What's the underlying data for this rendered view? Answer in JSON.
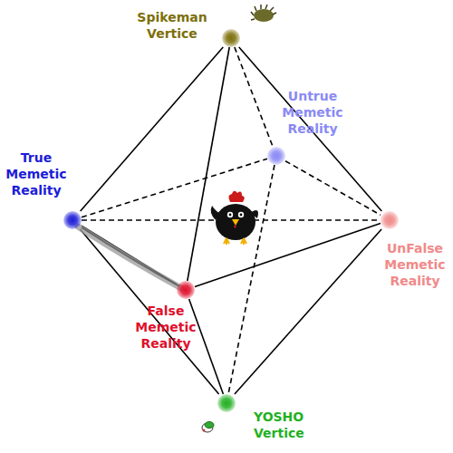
{
  "diagram": {
    "nodes": [
      {
        "text": [
          "Spikeman Vertice"
        ]
      },
      {
        "text": [
          "True Memetic Reality"
        ]
      },
      {
        "text": [
          "Untrue Memetic Reality"
        ]
      },
      {
        "text": [
          "UnFalse Memetic Reality"
        ]
      },
      {
        "text": [
          "False Memetic Reality"
        ]
      },
      {
        "text": [
          "YOSHO Vertice"
        ]
      }
    ],
    "edges": [
      {
        "from": 0,
        "to": 1,
        "arrow": "none"
      },
      {
        "from": 0,
        "to": 2,
        "arrow": "none"
      },
      {
        "from": 0,
        "to": 3,
        "arrow": "none"
      },
      {
        "from": 0,
        "to": 4,
        "arrow": "none"
      },
      {
        "from": 1,
        "to": 4,
        "arrow": "none"
      },
      {
        "from": 4,
        "to": 3,
        "arrow": "none"
      },
      {
        "from": 1,
        "to": 2,
        "arrow": "none"
      },
      {
        "from": 2,
        "to": 3,
        "arrow": "none"
      },
      {
        "from": 1,
        "to": 5,
        "arrow": "none"
      },
      {
        "from": 4,
        "to": 5,
        "arrow": "none"
      },
      {
        "from": 3,
        "to": 5,
        "arrow": "none"
      },
      {
        "from": 2,
        "to": 5,
        "arrow": "none"
      },
      {
        "from": 1,
        "to": 3,
        "arrow": "none"
      }
    ]
  }
}
